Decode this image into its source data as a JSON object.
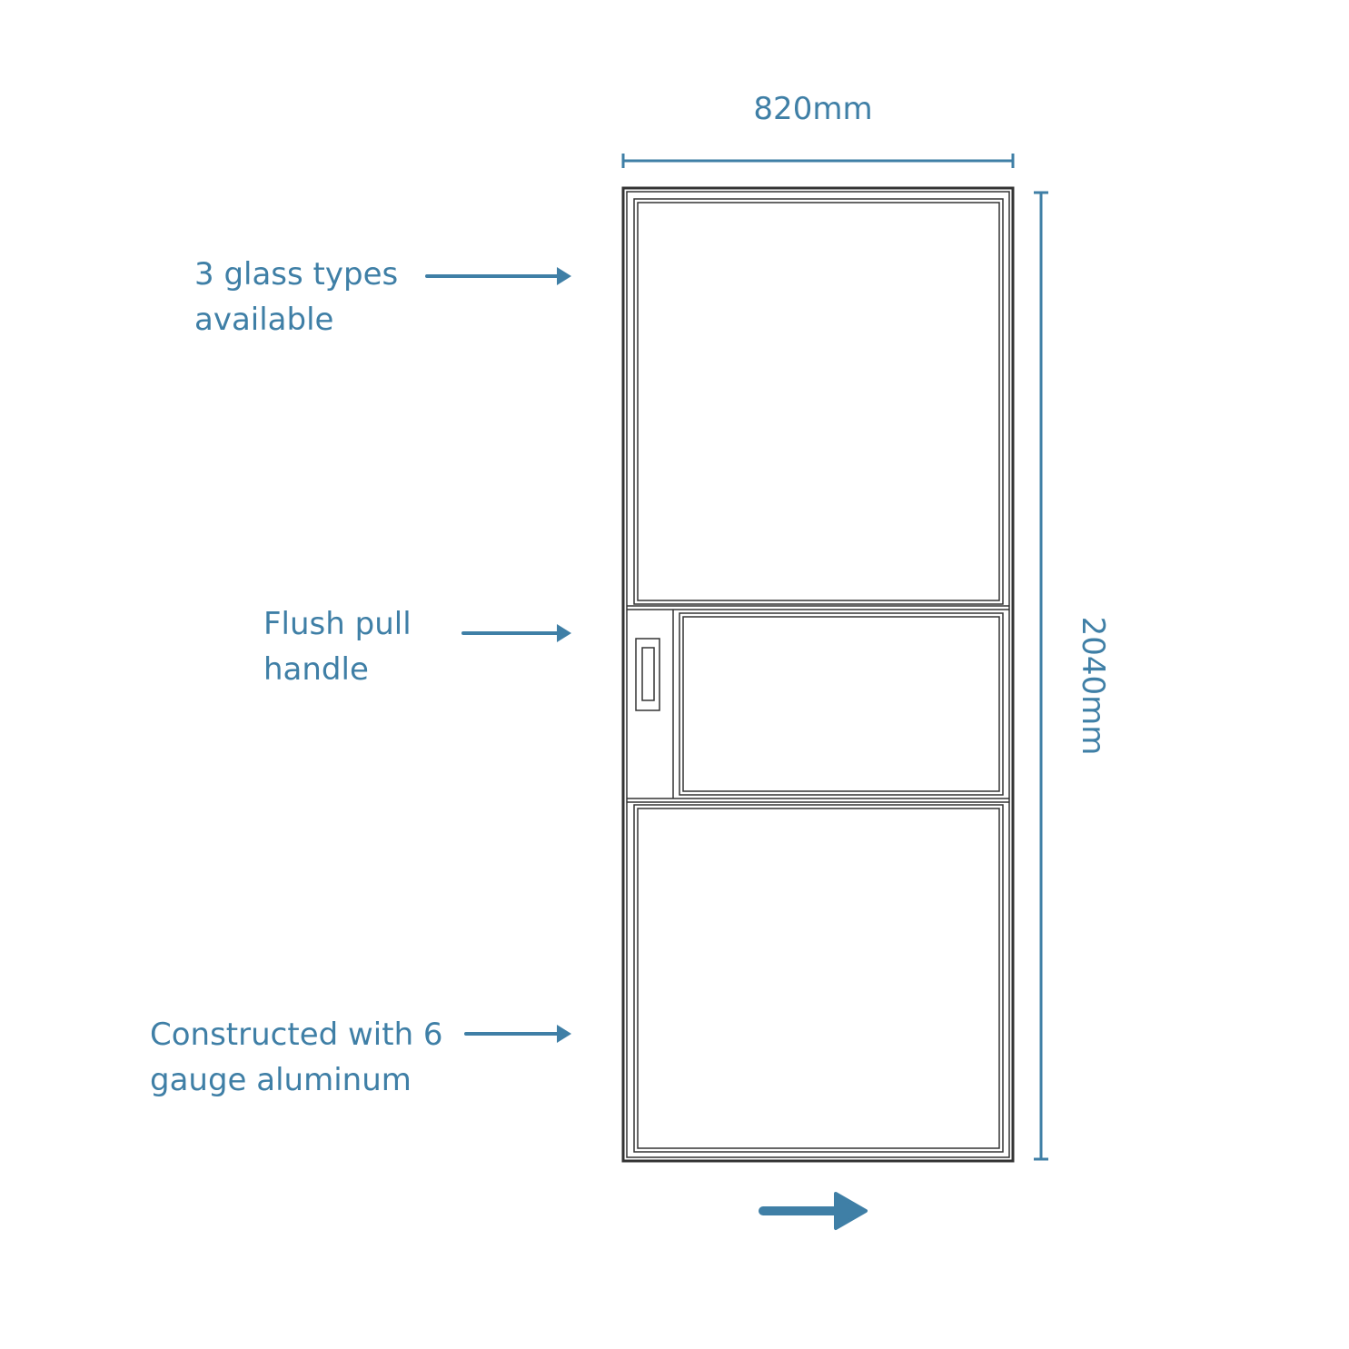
{
  "dimensions": {
    "width": "820mm",
    "height": "2040mm"
  },
  "callouts": {
    "glass": {
      "line1": "3 glass types",
      "line2": "available"
    },
    "handle": {
      "line1": "Flush pull",
      "line2": "handle"
    },
    "aluminum": {
      "line1": "Constructed with 6",
      "line2": "gauge aluminum"
    }
  },
  "colors": {
    "accent": "#3f7fa6",
    "frame": "#333333"
  },
  "icons": {
    "direction": "arrow-right-icon",
    "callout": "arrow-right-icon"
  }
}
